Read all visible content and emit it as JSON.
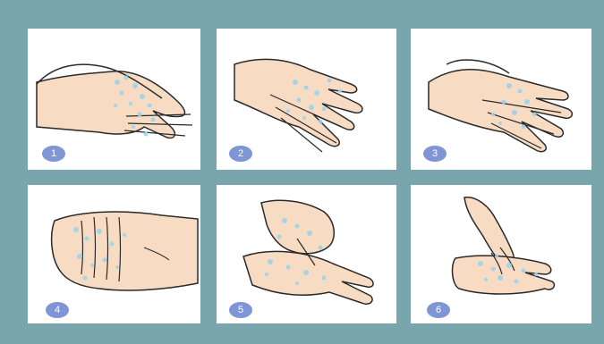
{
  "colors": {
    "background": "#78a6ac",
    "panel": "#ffffff",
    "skin": "#f7dcc3",
    "outline": "#2a2a2a",
    "bubble": "#9fd3ea",
    "badge": "#7f95d6"
  },
  "steps": [
    {
      "number": "1",
      "icon": "palm-to-palm-rubbing-icon"
    },
    {
      "number": "2",
      "icon": "palm-over-back-of-hand-icon"
    },
    {
      "number": "3",
      "icon": "interlaced-fingers-icon"
    },
    {
      "number": "4",
      "icon": "interlocked-fingers-backs-icon"
    },
    {
      "number": "5",
      "icon": "thumb-rotation-icon"
    },
    {
      "number": "6",
      "icon": "fingertips-in-palm-icon"
    }
  ]
}
